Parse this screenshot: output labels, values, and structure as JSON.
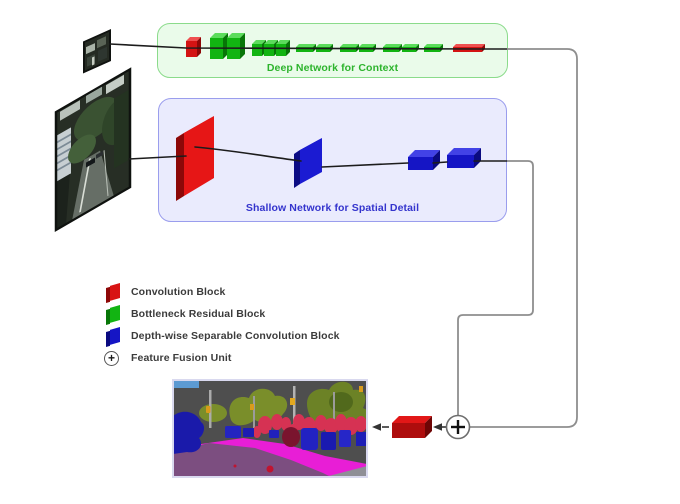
{
  "deep_network": {
    "label": "Deep Network for Context",
    "label_color": "#2db42d",
    "box_fill": "#eafbea",
    "box_border": "#8bdb8b",
    "block_sequence": [
      "convolution",
      "bottleneck",
      "bottleneck",
      "bottleneck",
      "bottleneck",
      "bottleneck",
      "bottleneck",
      "bottleneck",
      "bottleneck",
      "bottleneck",
      "bottleneck",
      "bottleneck",
      "bottleneck",
      "convolution"
    ]
  },
  "shallow_network": {
    "label": "Shallow Network for Spatial Detail",
    "label_color": "#3434cd",
    "box_fill": "#eaebfd",
    "box_border": "#9a9ded",
    "block_sequence": [
      "convolution",
      "depthwise-separable-convolution",
      "depthwise-separable-convolution",
      "depthwise-separable-convolution"
    ]
  },
  "legend": {
    "items": [
      {
        "icon": "red-cube-icon",
        "color": "#d81414",
        "label": "Convolution Block"
      },
      {
        "icon": "green-cube-icon",
        "color": "#12b412",
        "label": "Bottleneck Residual Block"
      },
      {
        "icon": "blue-cube-icon",
        "color": "#1515c5",
        "label": "Depth-wise Separable Convolution Block"
      },
      {
        "icon": "circle-plus-icon",
        "color": "#555555",
        "label": "Feature Fusion Unit",
        "symbol": "+"
      }
    ]
  },
  "fusion_unit": {
    "symbol": "+",
    "name": "Feature Fusion Unit"
  },
  "block_colors": {
    "convolution": {
      "front": "#d31313",
      "top": "#ef5050",
      "side": "#8e0707"
    },
    "bottleneck": {
      "front": "#12b412",
      "top": "#5cdc5c",
      "side": "#077607"
    },
    "depthwise": {
      "front": "#1515c5",
      "top": "#4242e6",
      "side": "#0a0a80"
    }
  },
  "line_colors": {
    "flow": "#1c1c1c",
    "route": "#8e8e8e",
    "arrow": "#333333"
  }
}
